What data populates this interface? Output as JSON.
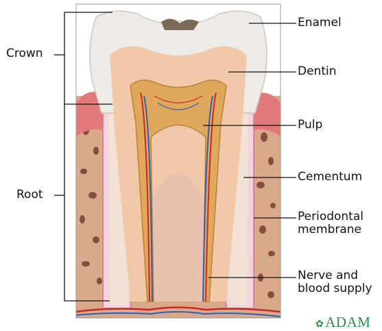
{
  "labels": {
    "crown": "Crown",
    "root": "Root",
    "enamel": "Enamel",
    "dentin": "Dentin",
    "pulp": "Pulp",
    "cementum": "Cementum",
    "periodontal_membrane": "Periodontal membrane",
    "nerve_blood_supply": "Nerve and blood supply"
  },
  "brand": {
    "icon": "leaf-icon",
    "text": "ADAM"
  },
  "colors": {
    "enamel": "#eeeae6",
    "dentin": "#f1c9aa",
    "pulp": "#e0a85a",
    "gum": "#e2787a",
    "bone": "#d8a888",
    "bone_spot": "#6a2f24",
    "artery": "#c8282a",
    "vein": "#2d5fb6",
    "membrane": "#f5d5de"
  }
}
